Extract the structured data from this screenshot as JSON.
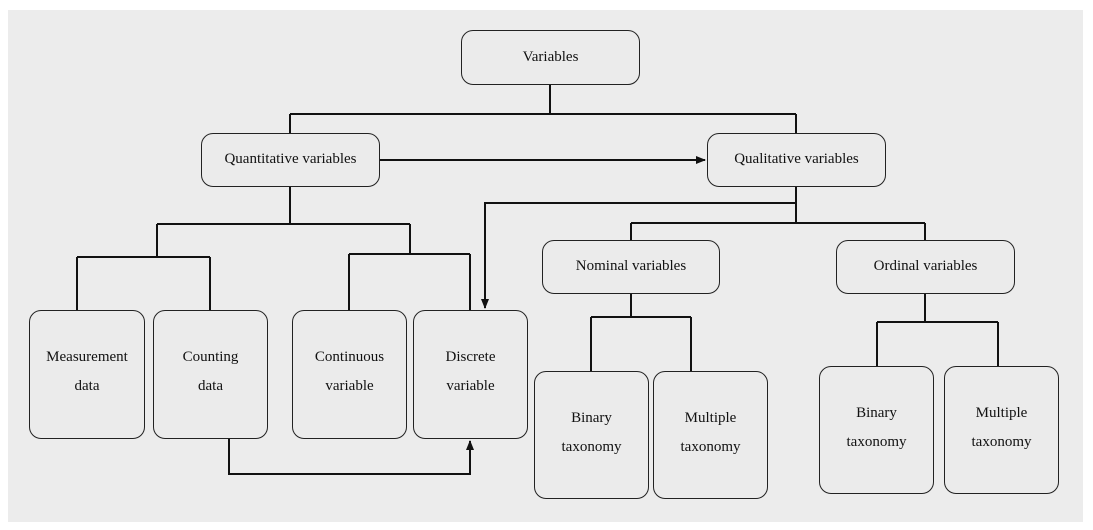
{
  "diagram": {
    "root": {
      "label": "Variables"
    },
    "quantitative": {
      "label": "Quantitative variables",
      "children": [
        {
          "line1": "Measurement",
          "line2": "data"
        },
        {
          "line1": "Counting",
          "line2": "data"
        },
        {
          "line1": "Continuous",
          "line2": "variable"
        },
        {
          "line1": "Discrete",
          "line2": "variable"
        }
      ]
    },
    "qualitative": {
      "label": "Qualitative variables",
      "nominal": {
        "label": "Nominal variables",
        "children": [
          {
            "line1": "Binary",
            "line2": "taxonomy"
          },
          {
            "line1": "Multiple",
            "line2": "taxonomy"
          }
        ]
      },
      "ordinal": {
        "label": "Ordinal variables",
        "children": [
          {
            "line1": "Binary",
            "line2": "taxonomy"
          },
          {
            "line1": "Multiple",
            "line2": "taxonomy"
          }
        ]
      }
    },
    "colors": {
      "background": "#ececec",
      "node_fill": "#ebebeb",
      "stroke": "#111111"
    }
  }
}
